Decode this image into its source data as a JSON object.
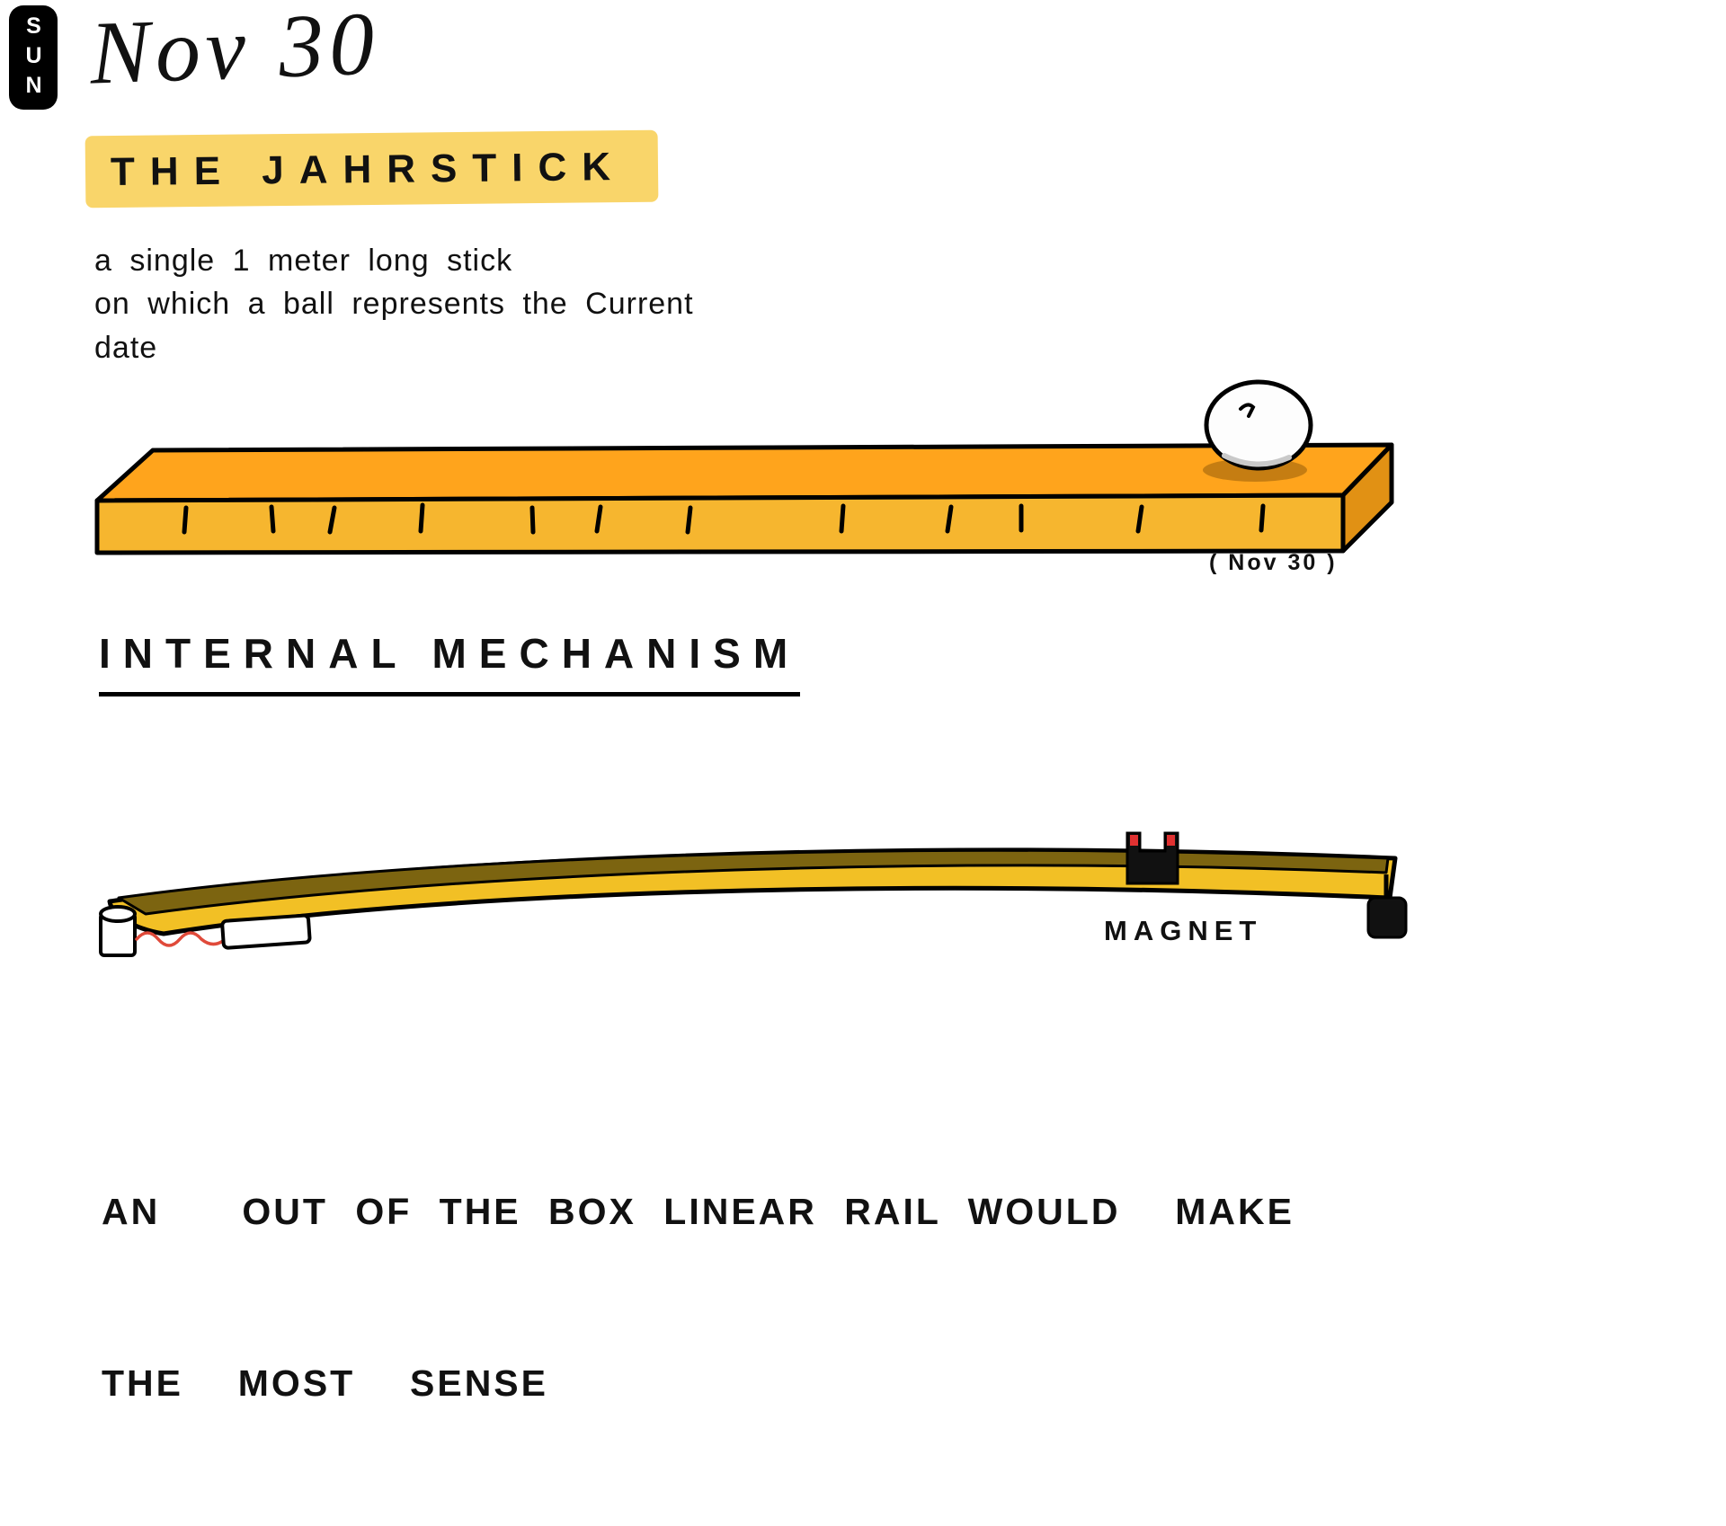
{
  "header": {
    "day_badge": "SUN",
    "date": "Nov 30",
    "title": "THE JAHRSTICK"
  },
  "intro": {
    "lines": [
      "a single 1 meter long stick",
      "on which a ball represents the Current",
      "date"
    ]
  },
  "stick_diagram": {
    "ball_position_label": "( Nov 30 )"
  },
  "mechanism_section": {
    "heading": "INTERNAL MECHANISM",
    "magnet_label": "MAGNET",
    "note_lines": [
      "AN   OUT OF THE BOX LINEAR RAIL WOULD  MAKE",
      "THE  MOST  SENSE"
    ]
  },
  "colors": {
    "highlight": "#F9D56A",
    "stick_top": "#FFA41C",
    "stick_front": "#F6B62F",
    "stick_side": "#E19114",
    "mech_top": "#7C6410",
    "mech_front": "#F2C025",
    "wire": "#E04A3A",
    "magnet_red": "#E03131"
  }
}
